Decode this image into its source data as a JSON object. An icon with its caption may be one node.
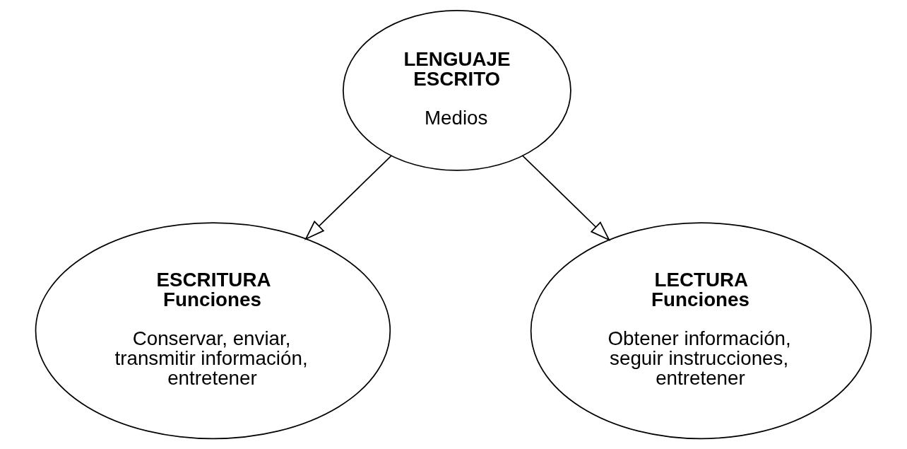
{
  "diagram": {
    "nodes": [
      {
        "text": [
          "LENGUAJE ESCRITO",
          "Medios"
        ]
      },
      {
        "text": [
          "ESCRITURA Funciones",
          "Conservar, enviar, transmitir información, entretener"
        ]
      },
      {
        "text": [
          "LECTURA Funciones",
          "Obtener información, seguir instrucciones, entretener"
        ]
      }
    ],
    "edges": [
      {
        "from": 0,
        "to": 1,
        "arrow": "to"
      },
      {
        "from": 0,
        "to": 2,
        "arrow": "to"
      }
    ]
  }
}
